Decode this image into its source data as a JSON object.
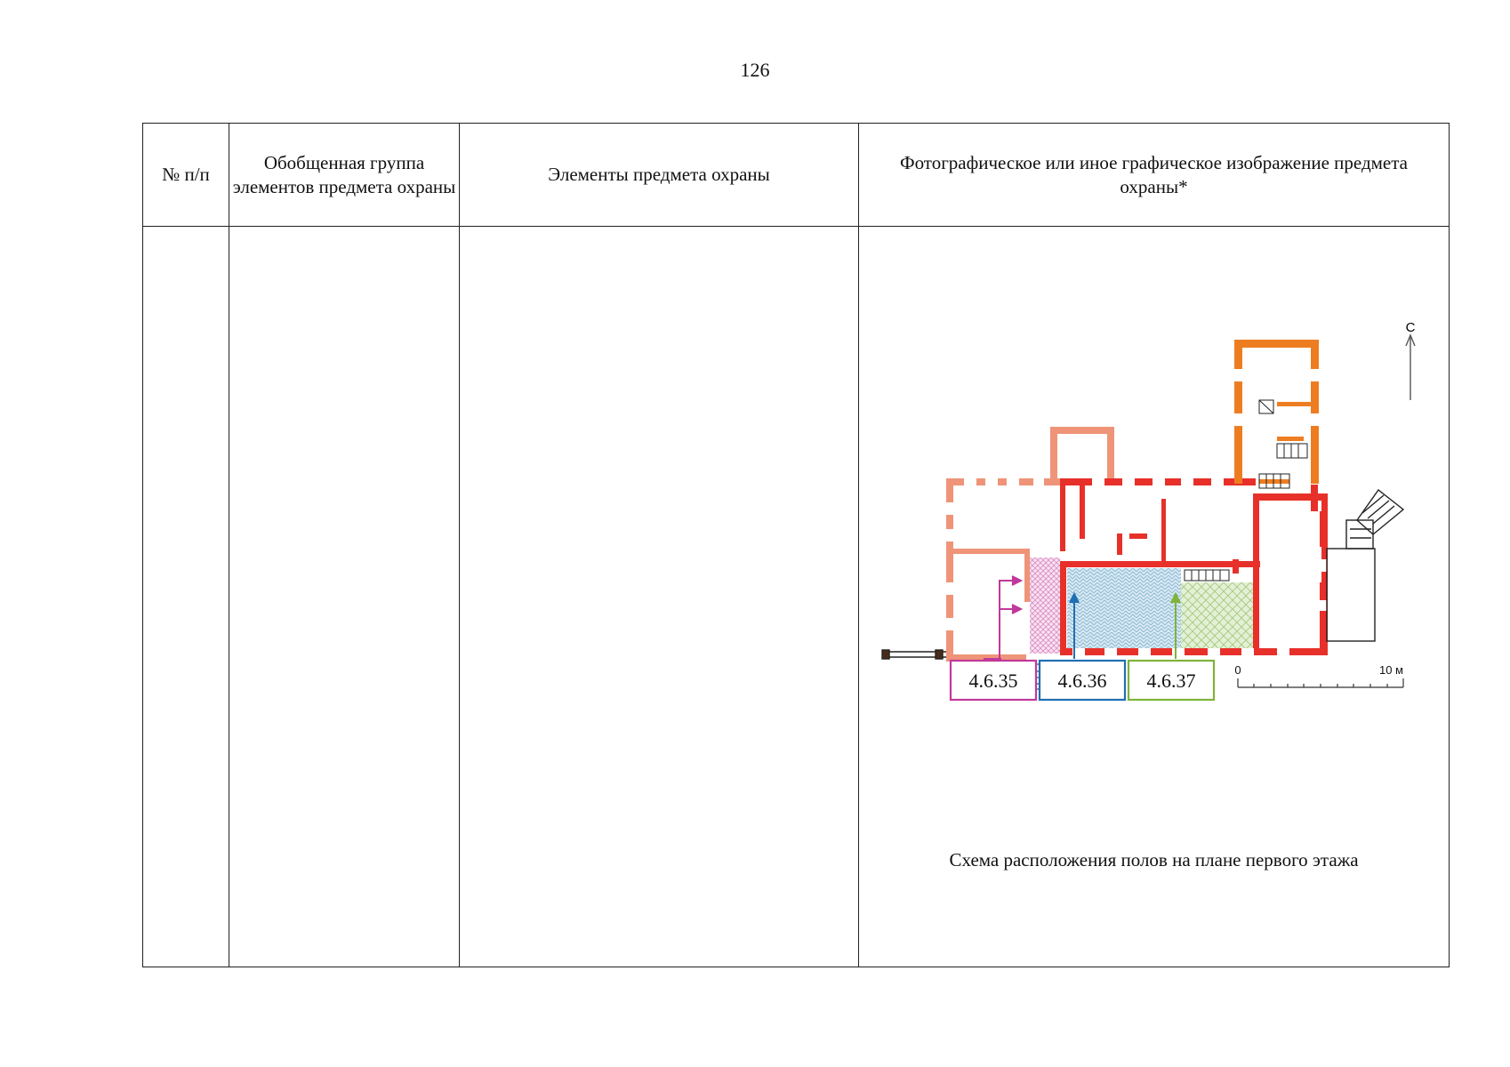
{
  "page": {
    "number": "126"
  },
  "table": {
    "headers": {
      "num": "№ п/п",
      "group": "Обобщенная группа элементов предмета охраны",
      "elements": "Элементы предмета охраны",
      "image": "Фотографическое или иное графическое изображение предмета охраны*"
    }
  },
  "plan": {
    "north": "С",
    "scale_start": "0",
    "scale_end": "10 м",
    "callouts": [
      {
        "label": "4.6.35",
        "color": "#c0399b"
      },
      {
        "label": "4.6.36",
        "color": "#1f6fb3"
      },
      {
        "label": "4.6.37",
        "color": "#7fb33a"
      }
    ],
    "caption": "Схема расположения полов на плане первого этажа"
  },
  "colors": {
    "wall_red": "#e8302a",
    "wall_salmon": "#ef9478",
    "wall_orange": "#ee7d22",
    "grid": "#222222"
  }
}
